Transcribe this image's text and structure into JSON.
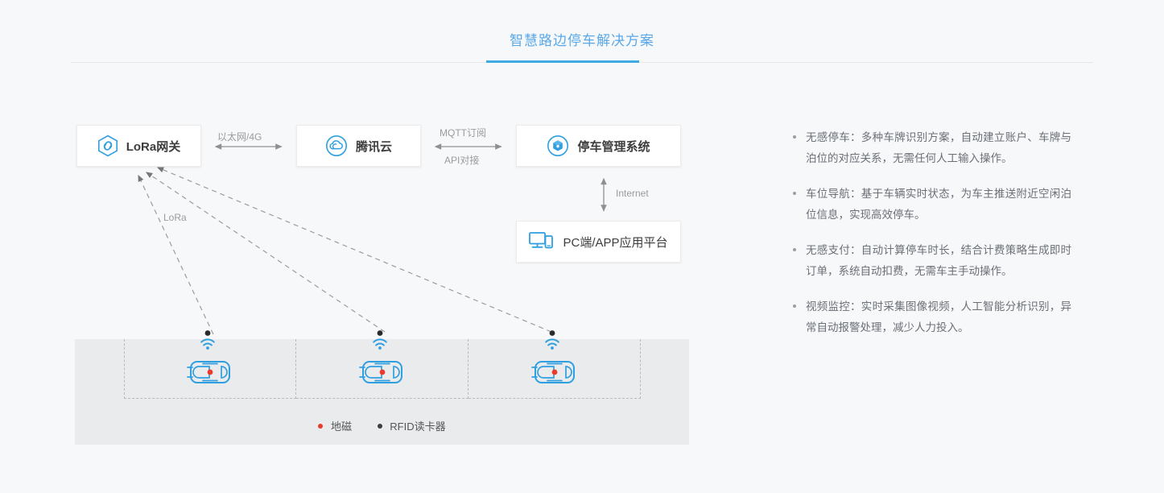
{
  "header": {
    "title": "智慧路边停车解决方案",
    "accent_color": "#41abe1",
    "rule_color": "#e6e8ea"
  },
  "diagram": {
    "nodes": [
      {
        "id": "lora-gateway",
        "label": "LoRa网关",
        "icon": "hexagon-link-icon"
      },
      {
        "id": "tencent-cloud",
        "label": "腾讯云",
        "icon": "cloud-icon"
      },
      {
        "id": "parking-management-system",
        "label": "停车管理系统",
        "icon": "cube-circle-icon"
      },
      {
        "id": "pc-app-platform",
        "label": "PC端/APP应用平台",
        "icon": "monitor-phone-icon"
      }
    ],
    "connectors": [
      {
        "id": "ethernet-4g",
        "label": "以太网/4G",
        "style": "double-arrow-horizontal"
      },
      {
        "id": "mqtt-subscribe",
        "label": "MQTT订阅",
        "style": "double-arrow-horizontal"
      },
      {
        "id": "api-docking",
        "label": "API对接",
        "style": "double-arrow-horizontal"
      },
      {
        "id": "internet",
        "label": "Internet",
        "style": "double-arrow-vertical"
      },
      {
        "id": "lora-link",
        "label": "LoRa",
        "style": "dashed-arrows"
      }
    ],
    "icon_color": "#2f9fe0",
    "car_color": "#2f9fe0"
  },
  "parking_lot": {
    "bays": [
      {
        "id": "bay-1",
        "sensor": "rfid-reader",
        "detector": "geomagnetic"
      },
      {
        "id": "bay-2",
        "sensor": "rfid-reader",
        "detector": "geomagnetic"
      },
      {
        "id": "bay-3",
        "sensor": "rfid-reader",
        "detector": "geomagnetic"
      }
    ],
    "legend": [
      {
        "label": "地磁",
        "color": "#e83b2e"
      },
      {
        "label": "RFID读卡器",
        "color": "#3d3d3d"
      }
    ]
  },
  "features": [
    {
      "id": "feature-parking",
      "text": "无感停车：多种车牌识别方案，自动建立账户、车牌与泊位的对应关系，无需任何人工输入操作。"
    },
    {
      "id": "feature-navigation",
      "text": "车位导航：基于车辆实时状态，为车主推送附近空闲泊位信息，实现高效停车。"
    },
    {
      "id": "feature-payment",
      "text": "无感支付：自动计算停车时长，结合计费策略生成即时订单，系统自动扣费，无需车主手动操作。"
    },
    {
      "id": "feature-video",
      "text": "视频监控：实时采集图像视频，人工智能分析识别，异常自动报警处理，减少人力投入。"
    }
  ]
}
